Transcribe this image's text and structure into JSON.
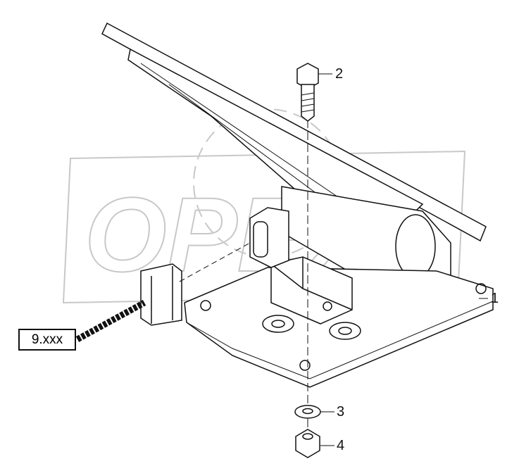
{
  "watermark": {
    "text": "OPEX",
    "color": "#c8c8c8"
  },
  "callouts": [
    {
      "id": "1",
      "part": "base-plate"
    },
    {
      "id": "2",
      "part": "bolt"
    },
    {
      "id": "3",
      "part": "washer"
    },
    {
      "id": "4",
      "part": "nut"
    }
  ],
  "reference_box": {
    "text": "9.xxx"
  },
  "colors": {
    "line": "#111111",
    "watermark": "#c8c8c8"
  }
}
